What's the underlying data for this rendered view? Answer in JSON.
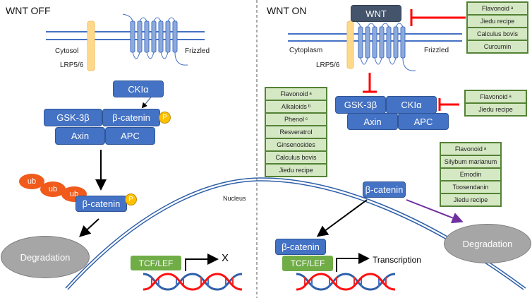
{
  "left_panel": {
    "title": "WNT OFF",
    "cytosol_label": "Cytosol",
    "lrp_label": "LRP5/6",
    "frizzled_label": "Frizzled",
    "ckia": "CKIα",
    "gsk3b": "GSK-3β",
    "beta_catenin": "β-catenin",
    "phospho": "P",
    "axin": "Axin",
    "apc": "APC",
    "ubiquitin": [
      "ub",
      "ub",
      "ub"
    ],
    "beta_catenin_ub": "β-catenin",
    "phospho_ub": "P",
    "degradation": "Degradation",
    "nucleus_label": "Nucleus",
    "tcf_lef": "TCF/LEF",
    "no_transcription": "X"
  },
  "right_panel": {
    "title": "WNT ON",
    "wnt": "WNT",
    "cytoplasm_label": "Cytoplasm",
    "lrp_label": "LRP5/6",
    "frizzled_label": "Frizzled",
    "wnt_inhibitors": [
      {
        "label": "Flavonoid",
        "sup": "a"
      },
      {
        "label": "Jiedu recipe",
        "sup": ""
      },
      {
        "label": "Calculus bovis",
        "sup": ""
      },
      {
        "label": "Curcumin",
        "sup": ""
      }
    ],
    "gsk3b": "GSK-3β",
    "ckia": "CKIα",
    "axin": "Axin",
    "apc": "APC",
    "complex_left_agents": [
      {
        "label": "Flavonoid",
        "sup": "a"
      },
      {
        "label": "Alkaloids",
        "sup": "b"
      },
      {
        "label": "Phenol",
        "sup": "c"
      },
      {
        "label": "Resveratrol",
        "sup": ""
      },
      {
        "label": "Ginsenosides",
        "sup": ""
      },
      {
        "label": "Calculus bovis",
        "sup": ""
      },
      {
        "label": "Jiedu recipe",
        "sup": ""
      }
    ],
    "complex_right_inhibitors": [
      {
        "label": "Flavonoid",
        "sup": "a"
      },
      {
        "label": "Jiedu recipe",
        "sup": ""
      }
    ],
    "degradation_agents": [
      {
        "label": "Flavonoid",
        "sup": "a"
      },
      {
        "label": "Silybum marianum",
        "sup": ""
      },
      {
        "label": "Emodin",
        "sup": ""
      },
      {
        "label": "Toosendanin",
        "sup": ""
      },
      {
        "label": "Jiedu recipe",
        "sup": ""
      }
    ],
    "beta_catenin_cyto": "β-catenin",
    "degradation": "Degradation",
    "beta_catenin_nuclear": "β-catenin",
    "tcf_lef": "TCF/LEF",
    "transcription": "Transcription"
  },
  "colors": {
    "protein_blue": "#4472c4",
    "wnt_dark": "#44546a",
    "tcf_green": "#70ad47",
    "agent_fill": "#d5e8c4",
    "inhibit_red": "#ff0000",
    "ubiquitin_orange": "#f05a1a",
    "phospho_yellow": "#ffc000",
    "degradation_gray": "#a6a6a6",
    "purple_arrow": "#7030a0"
  }
}
